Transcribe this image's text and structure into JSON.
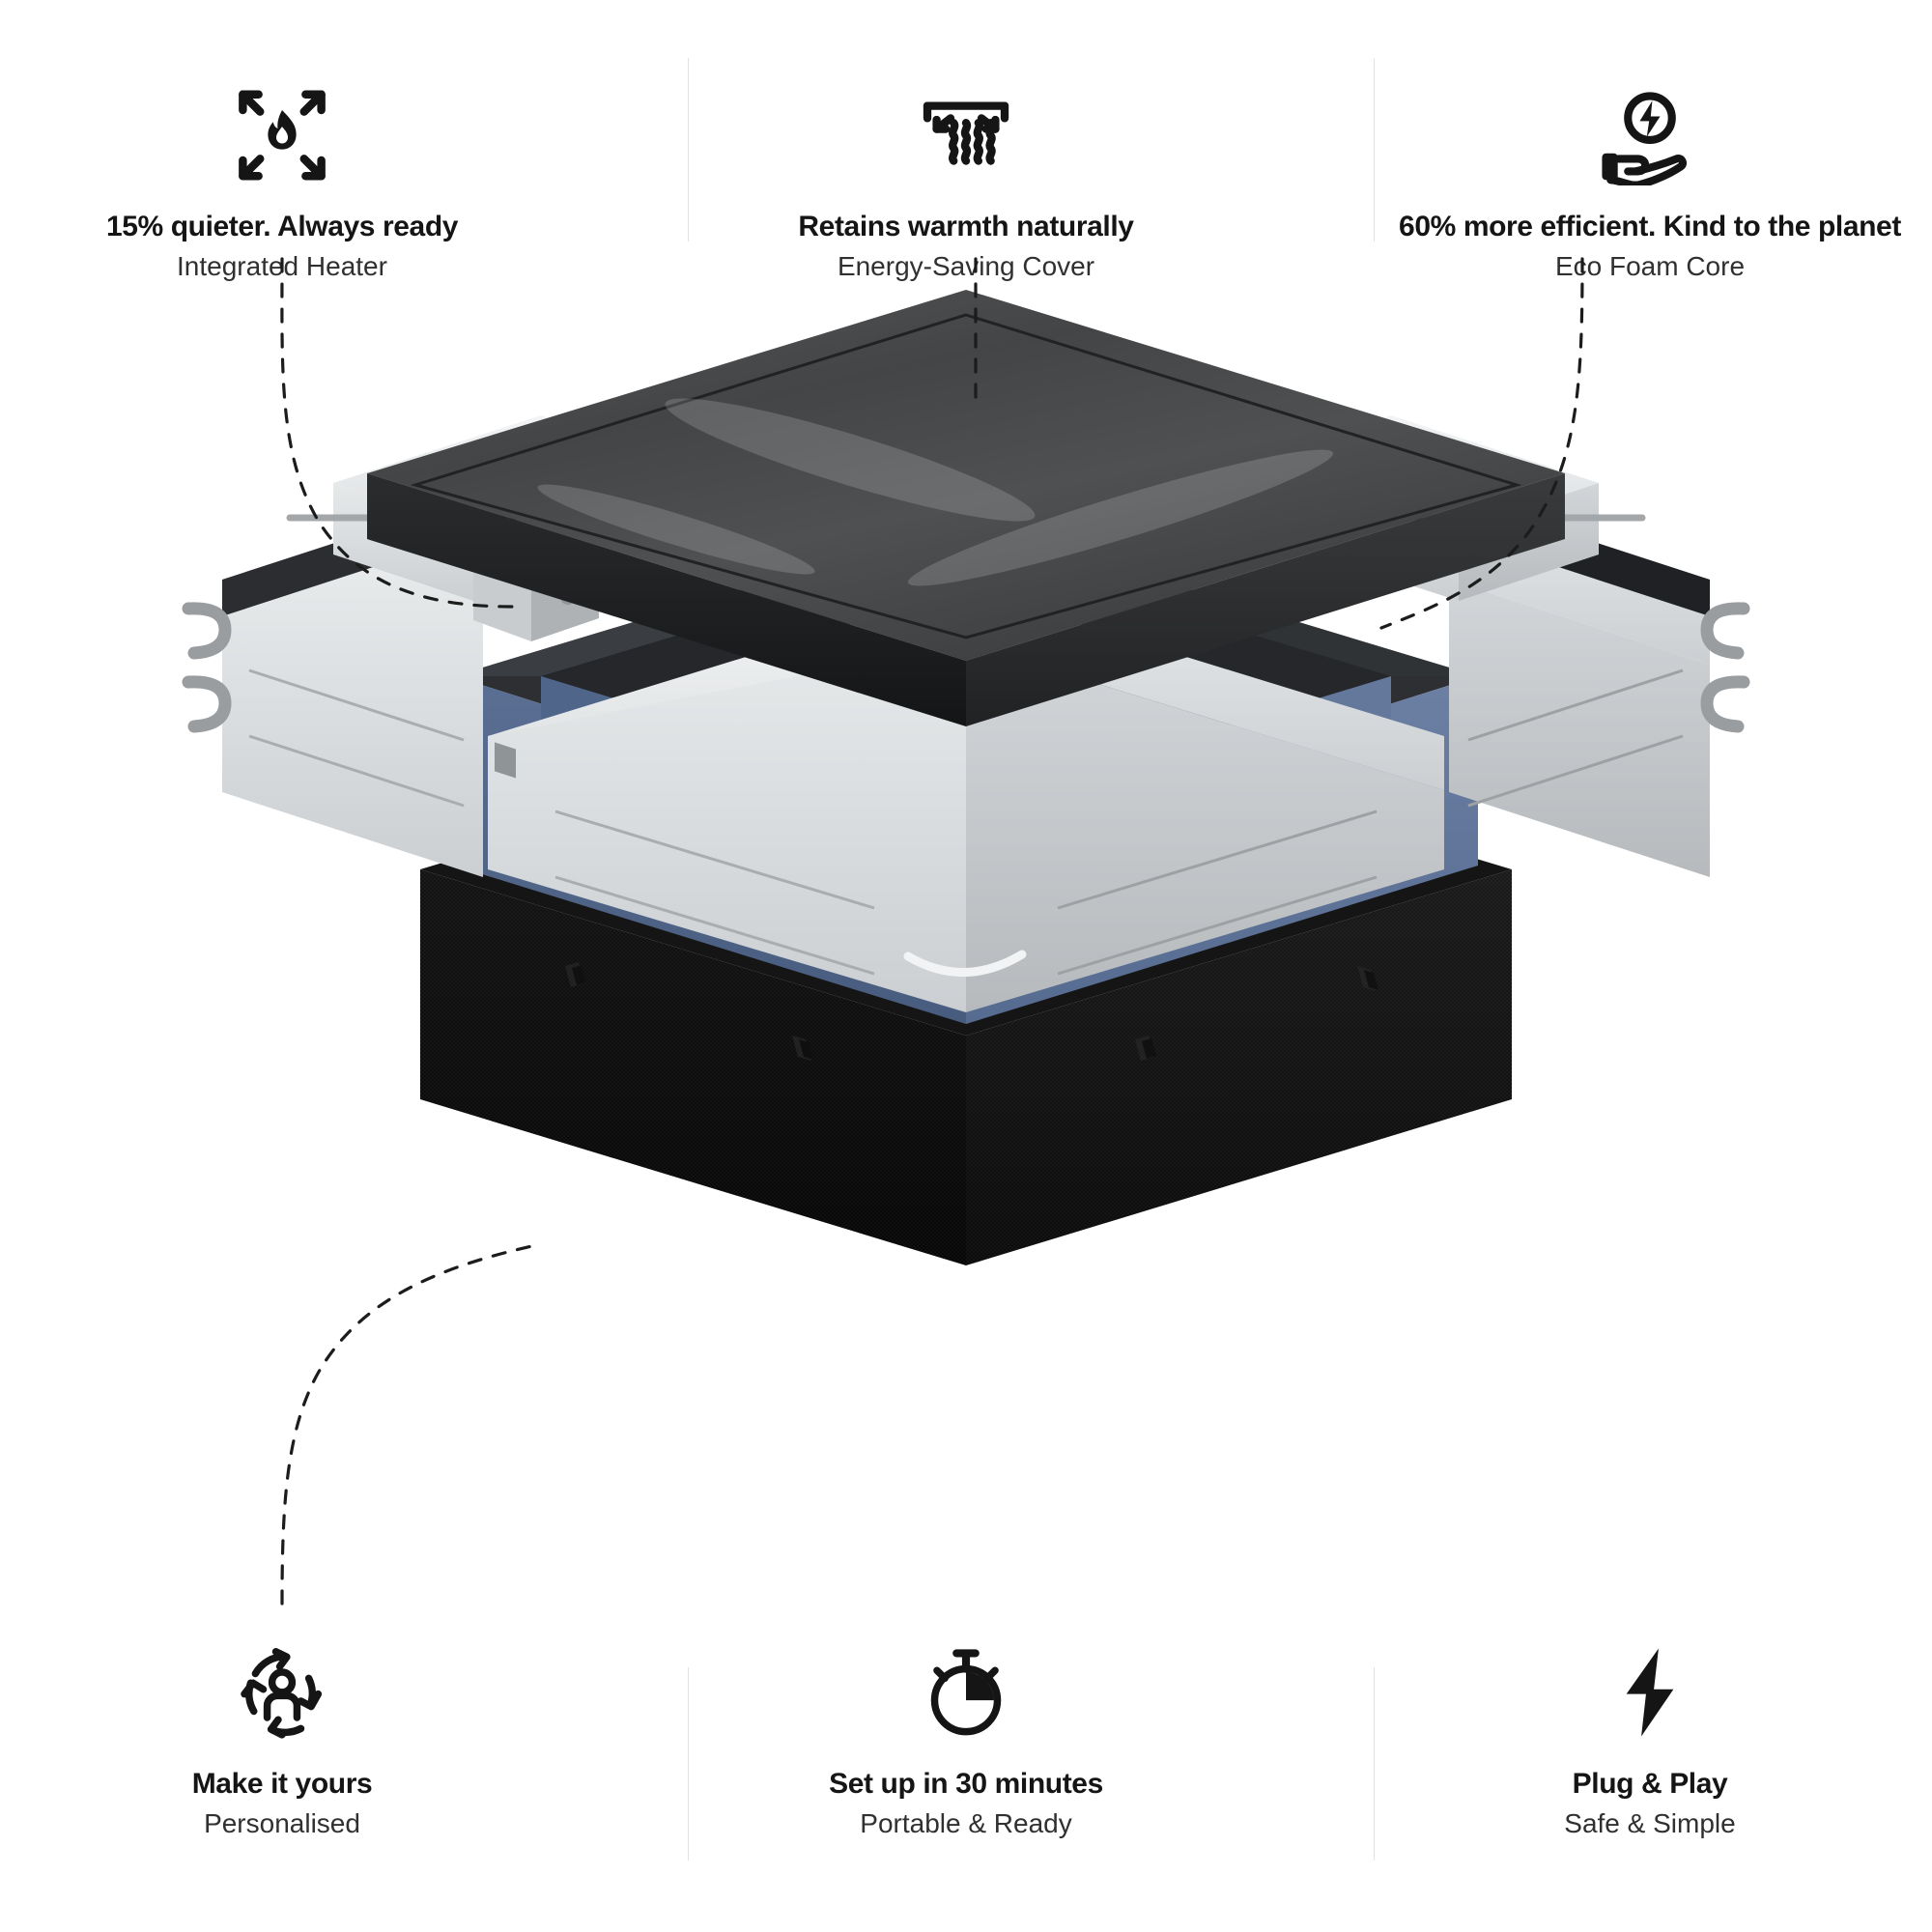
{
  "page": {
    "background": "#ffffff",
    "text_color": "#151515",
    "subtitle_color": "#303030",
    "divider_color": "#e2e2e2"
  },
  "features_top": [
    {
      "icon": "flame-expand-icon",
      "headline": "15% quieter. Always ready",
      "subtitle": "Integrated Heater"
    },
    {
      "icon": "heat-retention-icon",
      "headline": "Retains warmth naturally",
      "subtitle": "Energy-Saving Cover"
    },
    {
      "icon": "hand-energy-icon",
      "headline": "60% more efficient. Kind to the planet",
      "subtitle": "Eco Foam Core"
    }
  ],
  "features_bottom": [
    {
      "icon": "person-cycle-icon",
      "headline": "Make it yours",
      "subtitle": "Personalised"
    },
    {
      "icon": "stopwatch-icon",
      "headline": "Set up in 30 minutes",
      "subtitle": "Portable & Ready"
    },
    {
      "icon": "lightning-bolt-icon",
      "headline": "Plug & Play",
      "subtitle": "Safe & Simple"
    }
  ],
  "product": {
    "type": "exploded-view-hot-tub",
    "layers": [
      {
        "name": "insulated-cover",
        "color": "#3a3a3a"
      },
      {
        "name": "foam-wall-panels",
        "color": "#e3e5e6"
      },
      {
        "name": "water-liner",
        "color": "#5f7397"
      },
      {
        "name": "inner-rim",
        "color": "#2b2d30"
      },
      {
        "name": "base-shell",
        "color": "#0d0d0d"
      }
    ],
    "colors": {
      "cover_top": "#4a4a4a",
      "cover_side": "#1f1f1f",
      "foam_light": "#eceeef",
      "foam_mid": "#d6d9db",
      "foam_dark": "#b9bdc0",
      "liner_blue": "#5f7397",
      "liner_blue_dark": "#4d5f80",
      "rim_dark": "#2b2d30",
      "base_black": "#0c0c0c",
      "metal": "#9a9da0"
    }
  }
}
